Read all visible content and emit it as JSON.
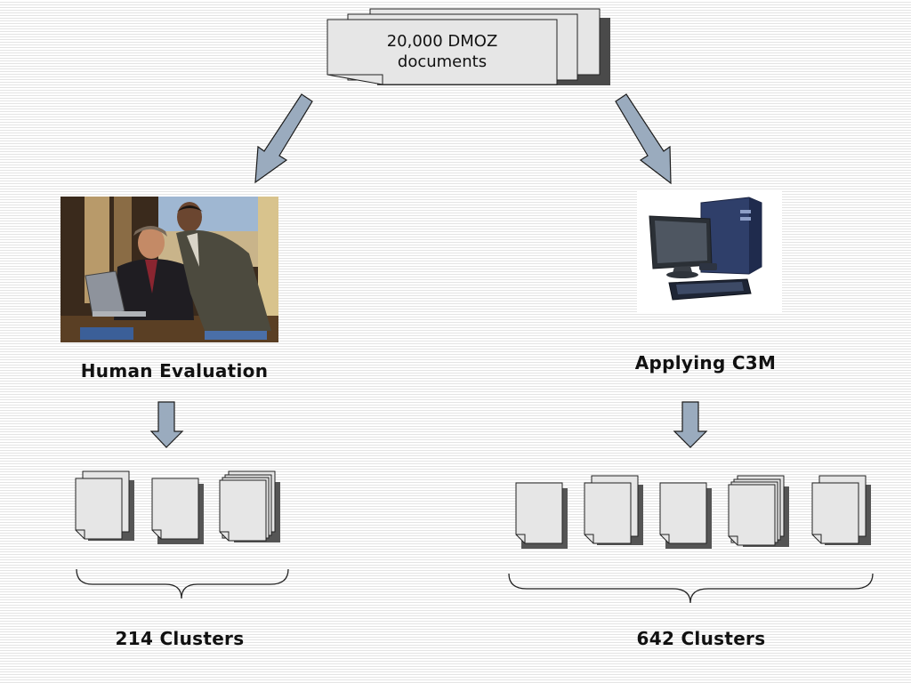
{
  "source_doc": {
    "line1": "20,000 DMOZ",
    "line2": "documents"
  },
  "left": {
    "method_label": "Human Evaluation",
    "result_label": "214 Clusters"
  },
  "right": {
    "method_label": "Applying C3M",
    "result_label": "642 Clusters"
  },
  "icons": {
    "photo": "people-at-laptop-photo",
    "computer": "desktop-computer-icon"
  },
  "colors": {
    "arrow_fill": "#9aabbe",
    "arrow_stroke": "#1c1c1c",
    "doc_fill": "#e6e6e6",
    "doc_shadow": "#555555"
  }
}
